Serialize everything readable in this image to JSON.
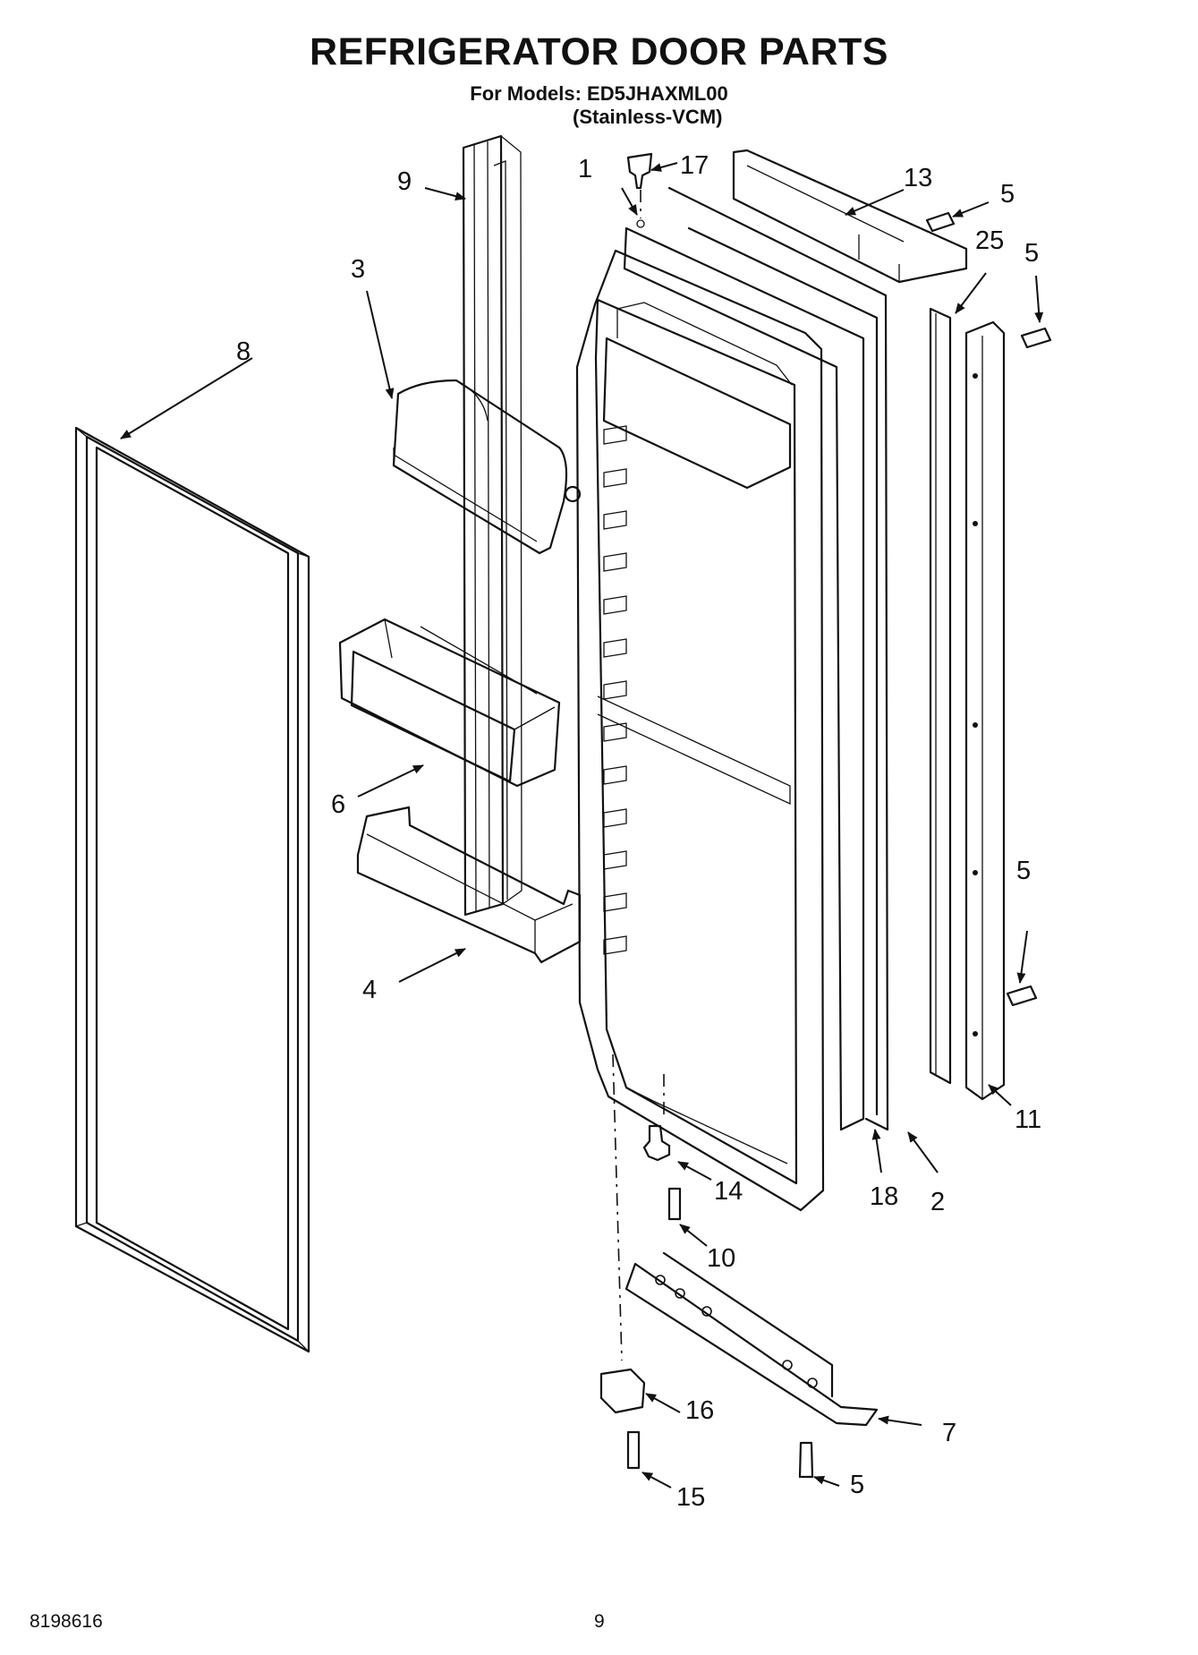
{
  "header": {
    "title": "REFRIGERATOR DOOR PARTS",
    "models_line": "For Models: ED5JHAXML00",
    "variant_line": "(Stainless-VCM)"
  },
  "footer": {
    "doc_number": "8198616",
    "page_number": "9"
  },
  "callouts": {
    "c1": "1",
    "c2": "2",
    "c3": "3",
    "c4": "4",
    "c5a": "5",
    "c5b": "5",
    "c5c": "5",
    "c5d": "5",
    "c6": "6",
    "c7": "7",
    "c8": "8",
    "c9": "9",
    "c10": "10",
    "c11": "11",
    "c13": "13",
    "c14": "14",
    "c15": "15",
    "c16": "16",
    "c17": "17",
    "c18": "18",
    "c25": "25"
  }
}
